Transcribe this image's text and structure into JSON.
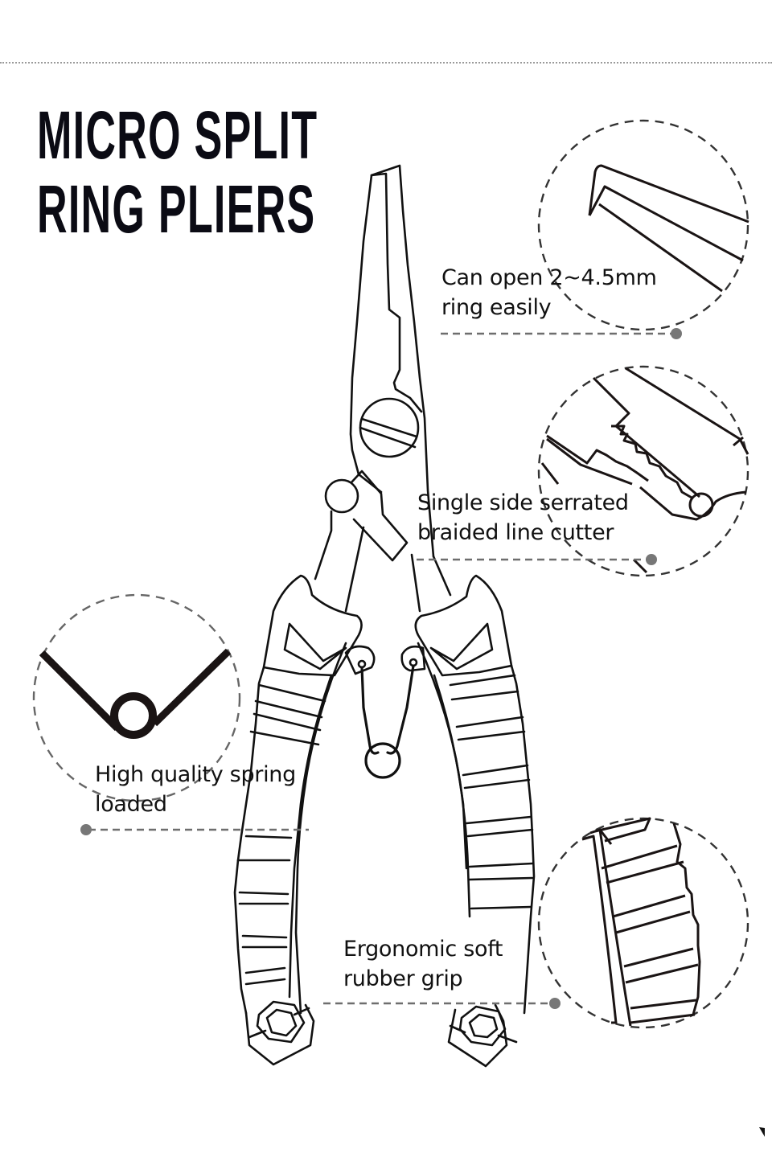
{
  "header": {
    "title_lines": [
      "MICRO SPLIT",
      "RING PLIERS"
    ]
  },
  "callouts": [
    {
      "id": "ring-opener",
      "lines": [
        "Can open 2~4.5mm",
        "ring easily"
      ]
    },
    {
      "id": "line-cutter",
      "lines": [
        "Single side serrated",
        "braided line cutter"
      ]
    },
    {
      "id": "spring",
      "lines": [
        "High quality spring",
        "loaded"
      ]
    },
    {
      "id": "grip",
      "lines": [
        "Ergonomic soft",
        "rubber grip"
      ]
    }
  ],
  "colors": {
    "ink": "#111111",
    "title": "#0b0b14",
    "leader": "#7a7a7a",
    "background": "#ffffff"
  },
  "icons": {
    "product": "pliers-illustration",
    "detail_tip": "pliers-tip-detail",
    "detail_cutter": "serrated-cutter-detail",
    "detail_spring": "spring-coil-detail",
    "detail_grip": "rubber-grip-detail"
  }
}
